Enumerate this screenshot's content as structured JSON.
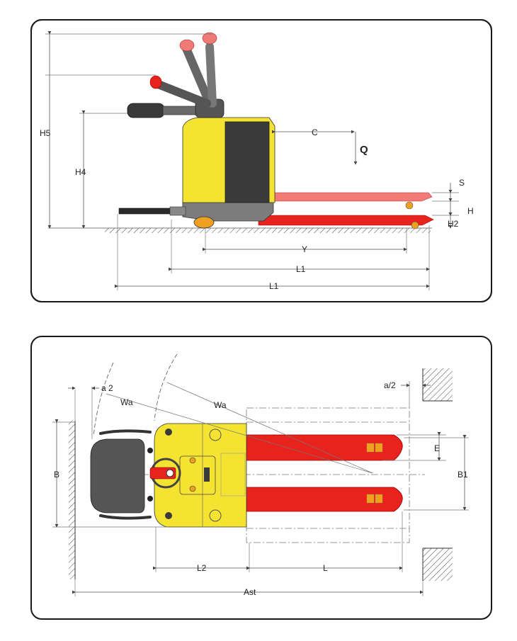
{
  "side_view": {
    "labels": {
      "h5": "H5",
      "h4": "H4",
      "c": "C",
      "q": "Q",
      "s": "S",
      "h": "H",
      "h2": "H2",
      "y": "Y",
      "l1_upper": "L1",
      "l1_lower": "L1"
    }
  },
  "top_view": {
    "labels": {
      "a2_left": "a 2",
      "a2_right": "a/2",
      "wa_inner": "Wa",
      "wa_outer": "Wa",
      "b": "B",
      "e": "E",
      "b1": "B1",
      "l2": "L2",
      "l": "L",
      "ast": "Ast"
    }
  },
  "colors": {
    "body_yellow": "#f4e331",
    "fork_red": "#e8231e",
    "fork_light": "#f07a76",
    "dark_grey": "#3a3a3a",
    "mid_grey": "#7c7c7c",
    "wheel_orange": "#f0a020"
  }
}
